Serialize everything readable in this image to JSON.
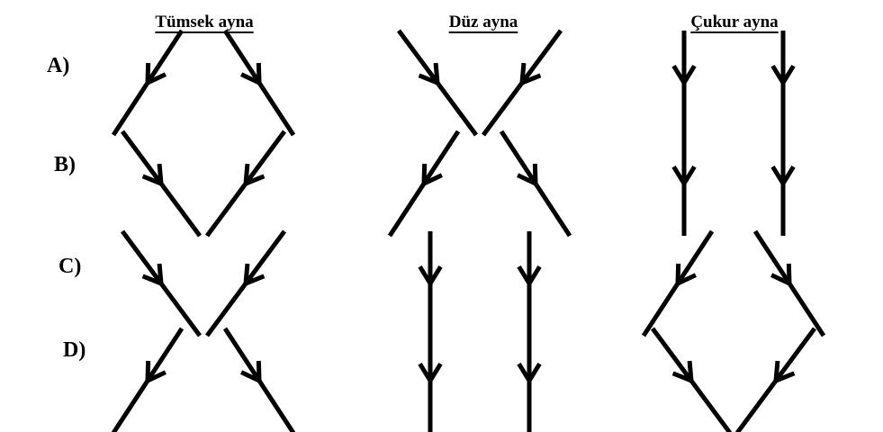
{
  "columns": [
    {
      "id": "convex",
      "label": "Tümsek ayna"
    },
    {
      "id": "plane",
      "label": "Düz ayna"
    },
    {
      "id": "concave",
      "label": "Çukur ayna"
    }
  ],
  "options": [
    {
      "label": "A)",
      "convex": "diverging",
      "plane": "converging",
      "concave": "parallel"
    },
    {
      "label": "B)",
      "convex": "converging",
      "plane": "diverging",
      "concave": "parallel"
    },
    {
      "label": "C)",
      "convex": "converging",
      "plane": "parallel",
      "concave": "diverging"
    },
    {
      "label": "D)",
      "convex": "diverging",
      "plane": "parallel",
      "concave": "converging"
    }
  ],
  "line_color": "#000000",
  "background": "#ffffff"
}
